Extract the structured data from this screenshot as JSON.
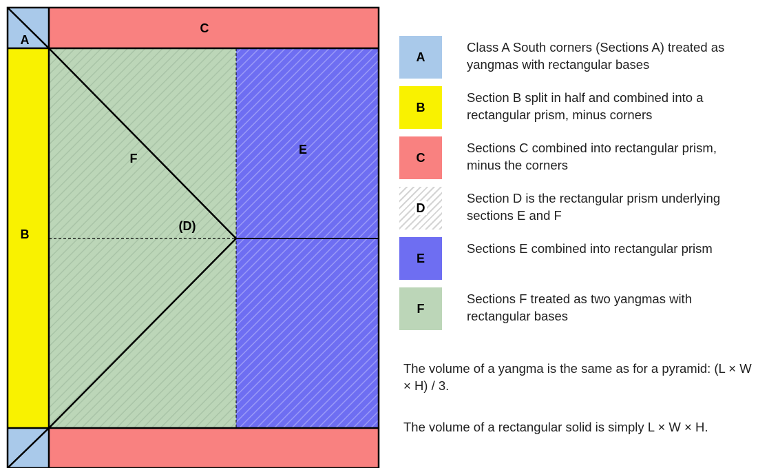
{
  "colors": {
    "A": "#a9c9ea",
    "B": "#f9f200",
    "C": "#f98180",
    "E": "#6e6ef2",
    "F": "#bcd6b8",
    "hatch_on_F": "#a9c4a7",
    "hatch_on_E": "#9a9af7",
    "outline": "#000000"
  },
  "diagram": {
    "labels": {
      "A": "A",
      "B": "B",
      "C": "C",
      "D": "(D)",
      "E": "E",
      "F": "F"
    }
  },
  "legend": [
    {
      "key": "A",
      "text": "Class A South corners (Sections A) treated as yangmas with rectangular bases"
    },
    {
      "key": "B",
      "text": "Section B split in half and combined into a rectangular prism, minus corners"
    },
    {
      "key": "C",
      "text": "Sections C combined into rectangular prism, minus the corners"
    },
    {
      "key": "D",
      "text": "Section D is the rectangular prism underlying sections E and F"
    },
    {
      "key": "E",
      "text": "Sections E combined into rectangular prism"
    },
    {
      "key": "F",
      "text": "Sections F treated as two yangmas with rectangular bases"
    }
  ],
  "notes": {
    "yangma": "The volume of a yangma is the same as for a pyramid: (L × W × H) / 3.",
    "solid": "The volume of a rectangular solid is simply L × W × H."
  }
}
